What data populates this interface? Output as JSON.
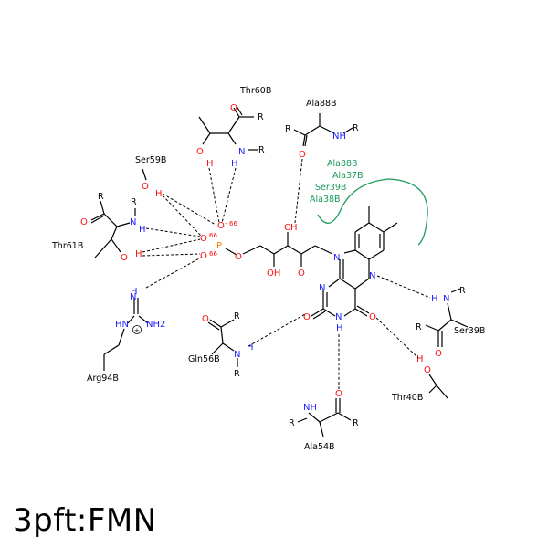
{
  "title": "3pft:FMN",
  "residues": {
    "thr60b": "Thr60B",
    "ala88b_top": "Ala88B",
    "ser59b": "Ser59B",
    "thr61b": "Thr61B",
    "arg94b": "Arg94B",
    "gln56b": "Gln56B",
    "ala54b": "Ala54B",
    "thr40b": "Thr40B",
    "ser39b": "Ser39B"
  },
  "hydrophobic_contacts": [
    "Ala88B",
    "Ala37B",
    "Ser39B",
    "Ala38B"
  ],
  "atoms": {
    "R": "R",
    "N": "N",
    "O": "O",
    "H": "H",
    "P": "P",
    "NH": "NH",
    "HN": "HN",
    "OH": "OH",
    "NH2": "NH2",
    "plus": "+",
    "minus": "-"
  },
  "colors": {
    "oxygen": "#ff0d0d",
    "nitrogen": "#2020ff",
    "phosphorus": "#ff8000",
    "hydrophobic": "#1a9a5a"
  }
}
